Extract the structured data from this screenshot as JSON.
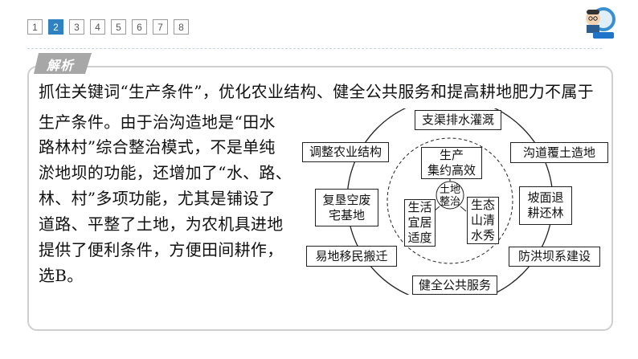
{
  "pager": {
    "pages": [
      "1",
      "2",
      "3",
      "4",
      "5",
      "6",
      "7",
      "8"
    ],
    "current": "2"
  },
  "tag": {
    "label": "解析"
  },
  "explanation": {
    "lines": [
      "抓住关键词“生产条件”，优化农业结构、健全公共服务和提高耕地肥力不属于",
      "生产条件。由于治沟造地是“田水",
      "路林村”综合整治模式，不是单纯",
      "淤地坝的功能，还增加了“水、路、",
      "林、村”多项功能，尤其是铺设了",
      "道路、平整了土地，为农机具进地",
      "提供了便利条件，方便田间耕作，",
      "选B。"
    ]
  },
  "diagram": {
    "outer": [
      "支渠排水灌溉",
      "沟道覆土造地",
      "坡面退\n耕还林",
      "防洪坝系建设",
      "健全公共服务",
      "易地移民搬迁",
      "复垦空废\n宅基地",
      "调整农业结构"
    ],
    "center": "土地\n整治",
    "inner": [
      "生产\n集约高效",
      "生态\n山清\n水秀",
      "生活\n宜居\n适度"
    ]
  }
}
